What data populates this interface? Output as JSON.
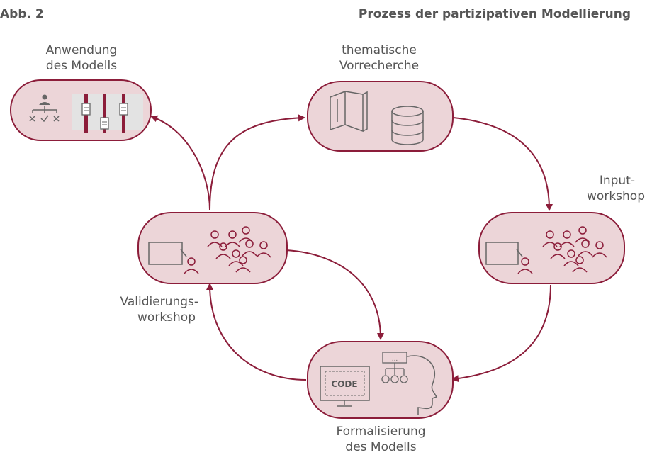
{
  "header": {
    "figure_label": "Abb. 2",
    "title": "Prozess der partizipativen Modellierung"
  },
  "stages": {
    "application": {
      "line1": "Anwendung",
      "line2": "des Modells"
    },
    "research": {
      "line1": "thematische",
      "line2": "Vorrecherche"
    },
    "input": {
      "line1": "Input-",
      "line2": "workshop"
    },
    "validation": {
      "line1": "Validierungs-",
      "line2": "workshop"
    },
    "formalization": {
      "line1": "Formalisierung",
      "line2": "des Modells"
    }
  },
  "icons": {
    "code_text": "CODE",
    "dots_text": "..."
  },
  "colors": {
    "box_fill": "#ecd5d8",
    "accent": "#8c1d3a",
    "icon_gray": "#666666"
  }
}
